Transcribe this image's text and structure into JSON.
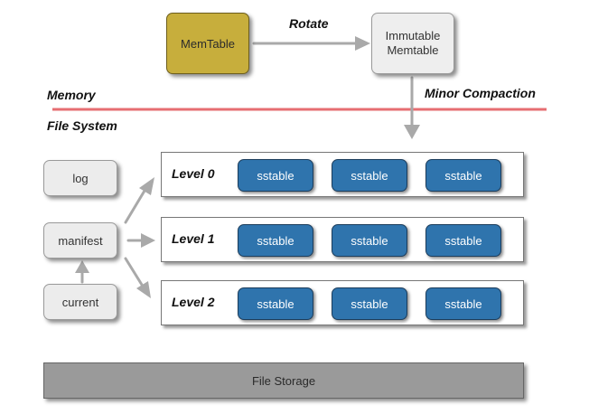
{
  "memtable": "MemTable",
  "immutable": [
    "Immutable",
    "Memtable"
  ],
  "rotate": "Rotate",
  "memory": "Memory",
  "file_system": "File System",
  "minor_compaction": "Minor Compaction",
  "files": {
    "log": "log",
    "manifest": "manifest",
    "current": "current"
  },
  "levels": [
    {
      "label": "Level 0",
      "tables": [
        "sstable",
        "sstable",
        "sstable"
      ]
    },
    {
      "label": "Level 1",
      "tables": [
        "sstable",
        "sstable",
        "sstable"
      ]
    },
    {
      "label": "Level 2",
      "tables": [
        "sstable",
        "sstable",
        "sstable"
      ]
    }
  ],
  "file_storage": "File Storage",
  "colors": {
    "memtable": "#c7ae3c",
    "sstable": "#2f74ad",
    "divider": "#e2555a",
    "arrow": "#a9a9a9",
    "storage": "#9a9a9a"
  }
}
